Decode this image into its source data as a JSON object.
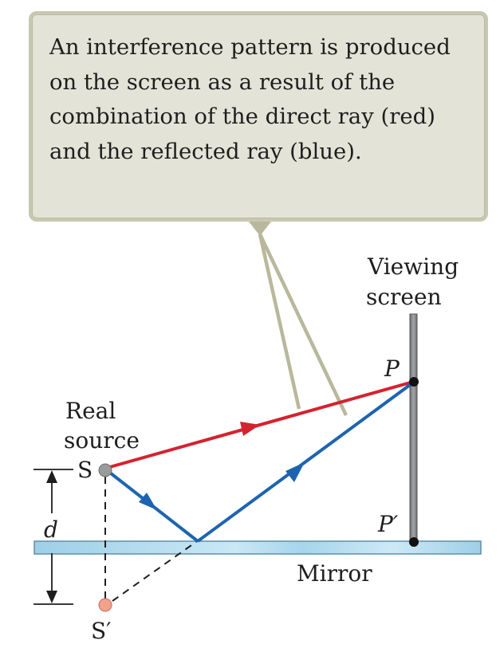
{
  "callout": {
    "text": "An interference pattern is produced on the screen as a result of the combination of the direct ray (red) and the reflected ray (blue)."
  },
  "labels": {
    "viewing_screen_line1": "Viewing",
    "viewing_screen_line2": "screen",
    "point_p": "P",
    "point_p_prime": "P′",
    "real_source_line1": "Real",
    "real_source_line2": "source",
    "source_s": "S",
    "image_s_prime": "S′",
    "distance_d": "d",
    "mirror": "Mirror"
  },
  "colors": {
    "direct_ray": "#d3232f",
    "reflected_ray": "#1d64b0",
    "callout_fill": "#e4e3d7",
    "callout_border": "#c7c8b1",
    "pointer": "#b9b89c",
    "mirror_fill": "#a9d6ec",
    "screen_fill": "#8b8d91",
    "source_fill": "#9b9b9b",
    "image_source_fill": "#f3a08c"
  }
}
